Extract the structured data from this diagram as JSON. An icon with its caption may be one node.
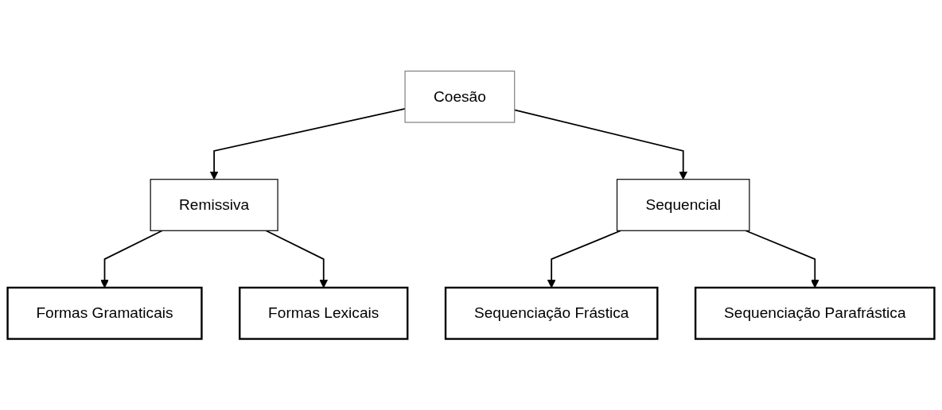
{
  "diagram": {
    "nodes": [
      {
        "text": [
          "Coesão"
        ]
      },
      {
        "text": [
          "Remissiva"
        ]
      },
      {
        "text": [
          "Sequencial"
        ]
      },
      {
        "text": [
          "Formas Gramaticais"
        ]
      },
      {
        "text": [
          "Formas Lexicais"
        ]
      },
      {
        "text": [
          "Sequenciação Frástica"
        ]
      },
      {
        "text": [
          "Sequenciação Parafrástica"
        ]
      }
    ],
    "edges": [
      {
        "from": 0,
        "to": 1,
        "arrow": "to"
      },
      {
        "from": 0,
        "to": 2,
        "arrow": "to"
      },
      {
        "from": 1,
        "to": 3,
        "arrow": "to"
      },
      {
        "from": 1,
        "to": 4,
        "arrow": "to"
      },
      {
        "from": 2,
        "to": 5,
        "arrow": "to"
      },
      {
        "from": 2,
        "to": 6,
        "arrow": "to"
      }
    ]
  }
}
